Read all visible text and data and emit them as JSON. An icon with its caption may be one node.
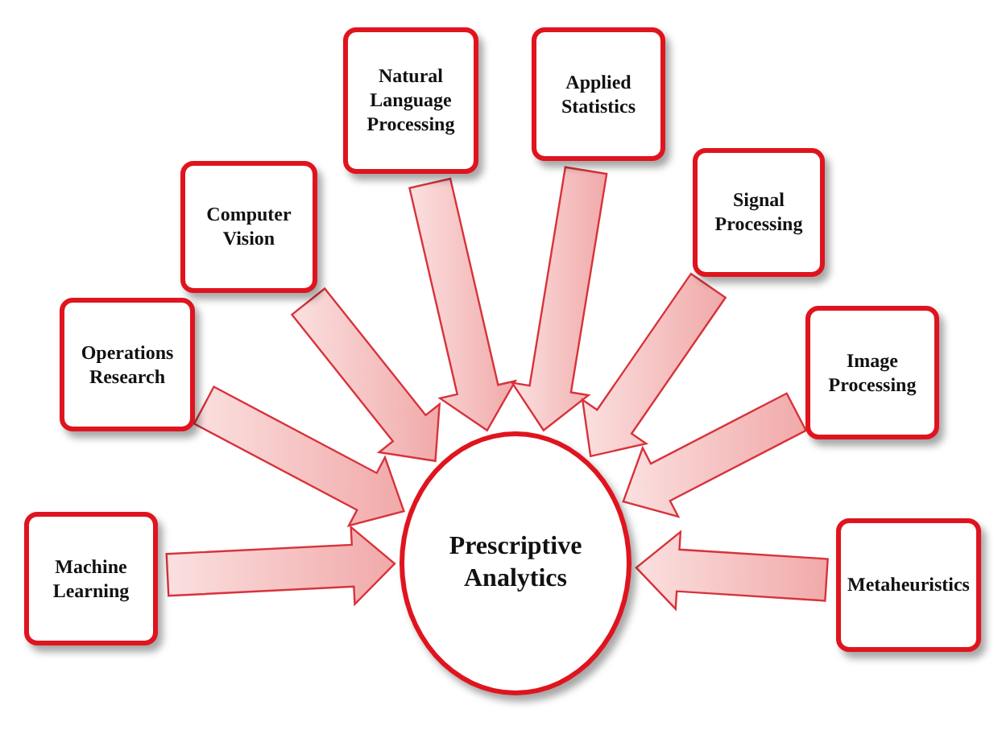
{
  "diagram": {
    "nodes": [
      {
        "text": [
          "Machine Learning"
        ]
      },
      {
        "text": [
          "Operations Research"
        ]
      },
      {
        "text": [
          "Computer Vision"
        ]
      },
      {
        "text": [
          "Natural Language Processing"
        ]
      },
      {
        "text": [
          "Applied Statistics"
        ]
      },
      {
        "text": [
          "Signal Processing"
        ]
      },
      {
        "text": [
          "Image Processing"
        ]
      },
      {
        "text": [
          "Metaheuristics"
        ]
      },
      {
        "text": [
          "Prescriptive Analytics"
        ]
      }
    ],
    "edges": [
      {
        "from": 0,
        "to": 8,
        "arrow": "to"
      },
      {
        "from": 1,
        "to": 8,
        "arrow": "to"
      },
      {
        "from": 2,
        "to": 8,
        "arrow": "to"
      },
      {
        "from": 3,
        "to": 8,
        "arrow": "to"
      },
      {
        "from": 4,
        "to": 8,
        "arrow": "to"
      },
      {
        "from": 5,
        "to": 8,
        "arrow": "to"
      },
      {
        "from": 6,
        "to": 8,
        "arrow": "to"
      },
      {
        "from": 7,
        "to": 8,
        "arrow": "to"
      }
    ]
  }
}
